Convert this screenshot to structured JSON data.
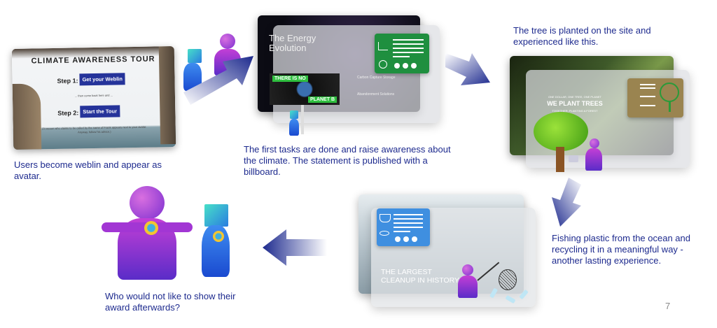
{
  "slide": {
    "page_number": "7",
    "accent": "#1d2a8e"
  },
  "step1": {
    "card_title": "CLIMATE AWARENESS TOUR",
    "step1_label": "Step 1:",
    "step1_button": "Get your Weblin",
    "between_text": "... then come back here and ...",
    "step2_label": "Step 2:",
    "step2_button": "Start the Tour",
    "note_line1": "(A racoon who claims to be called by the name of Frank appears next to your avatar.",
    "note_line2": "Anyway, follow his advice.)",
    "caption": "Users become weblin and appear as avatar."
  },
  "step2": {
    "screen_title_line1": "The Energy",
    "screen_title_line2": "Evolution",
    "section1": "Carbon Capture Storage",
    "section2": "Abandonment Solutions",
    "billboard_top": "THERE IS NO",
    "billboard_bottom": "PLANET B",
    "panel_color": "#1f8f3f",
    "caption": "The first tasks are done and raise awareness about the climate. The statement is published with a billboard."
  },
  "step3": {
    "caption": "The tree is planted on the site and experienced like this.",
    "screen_kicker": "ONE DOLLAR, ONE TREE, ONE PLANET",
    "screen_title": "WE PLANT TREES",
    "screen_sub": "TOGETHER, PLANTING A FOREST",
    "panel_color": "#9a8450"
  },
  "step4": {
    "screen_title_line1": "THE LARGEST",
    "screen_title_line2": "CLEANUP IN HISTORY",
    "panel_color": "#3f8fe0",
    "caption": "Fishing plastic from the ocean and recycling it in a meaningful way - another lasting experience."
  },
  "step5": {
    "caption": "Who would not like to show their award afterwards?"
  }
}
